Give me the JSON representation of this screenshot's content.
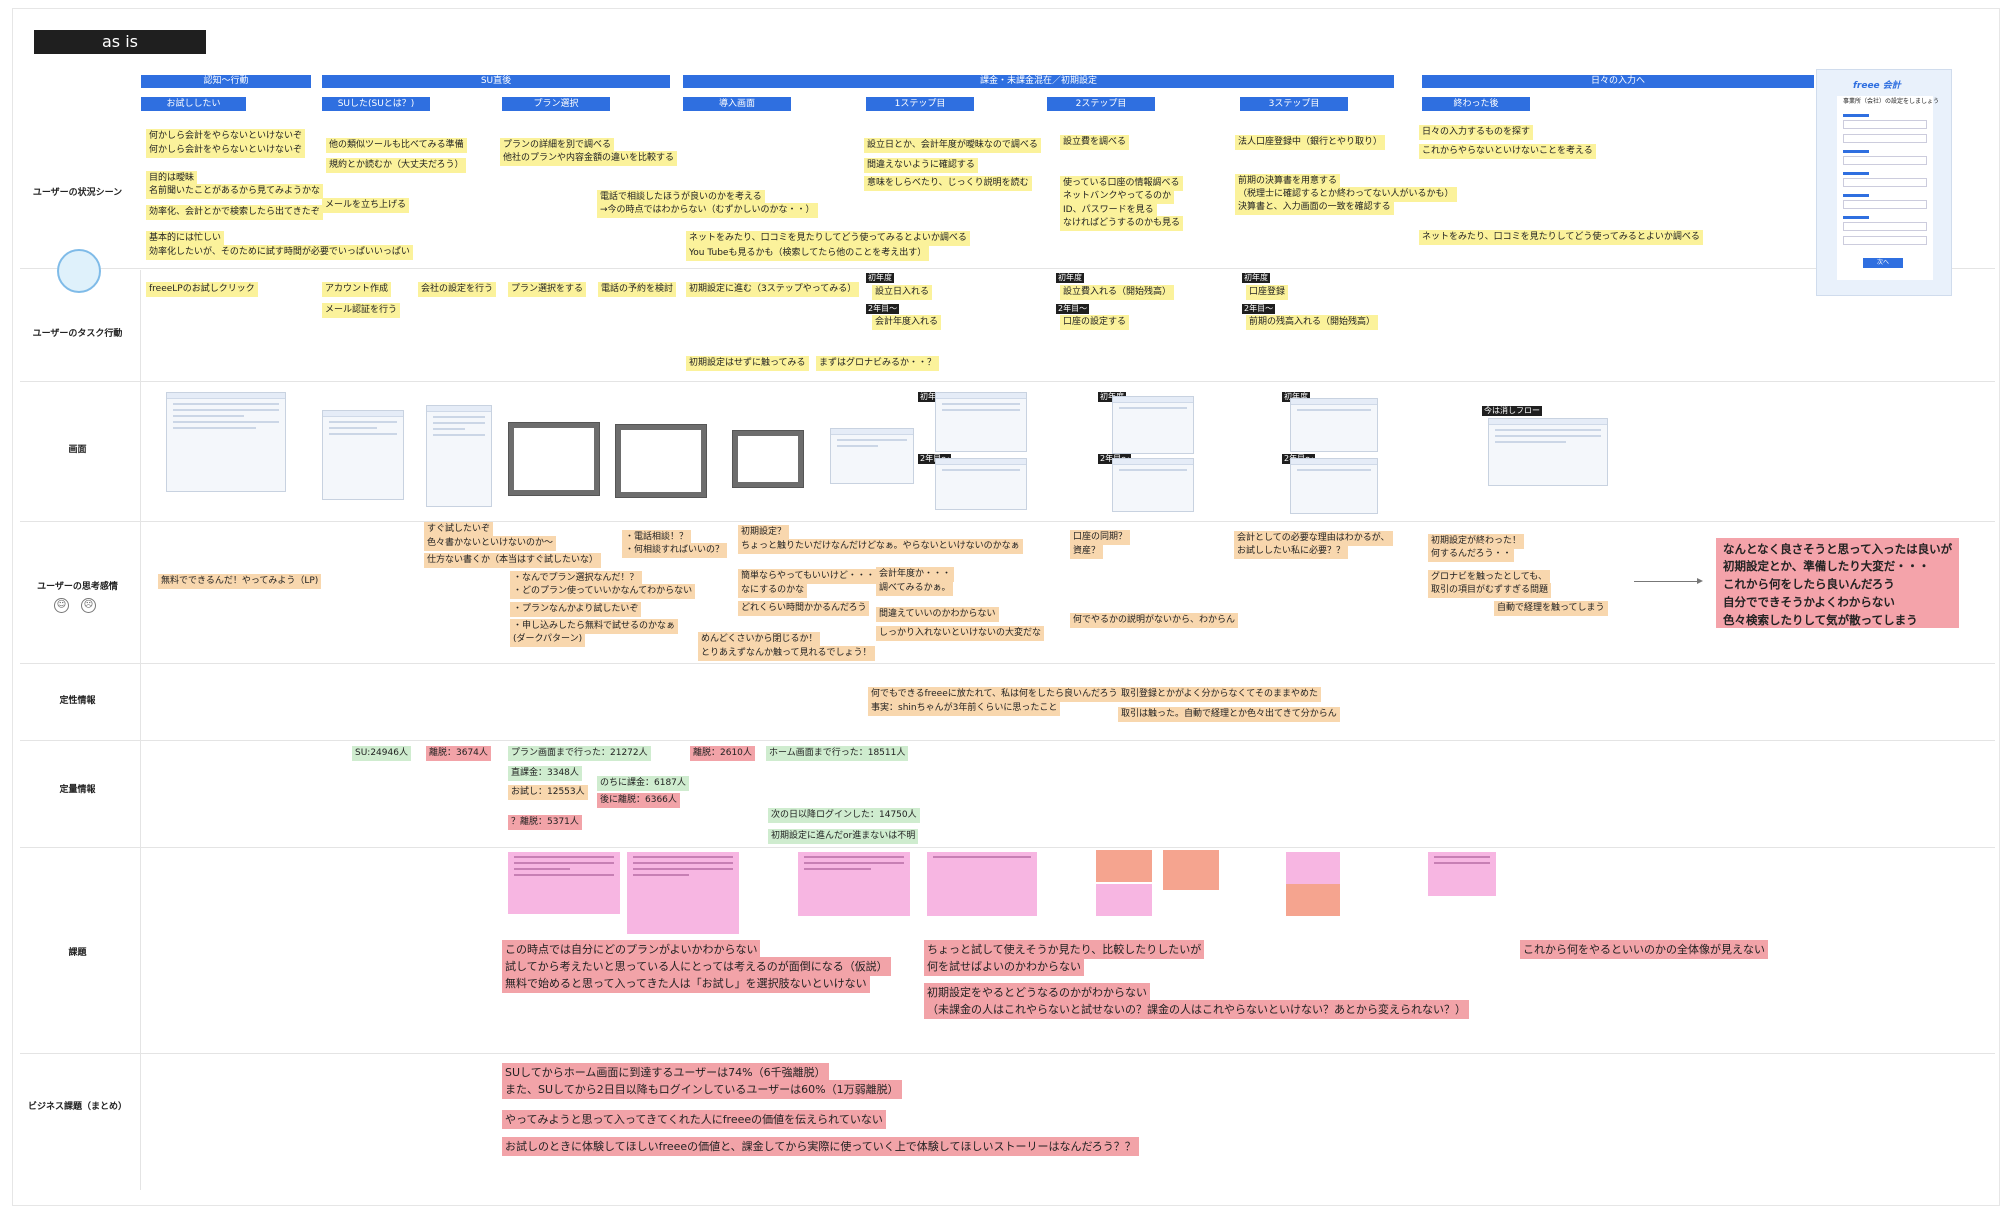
{
  "title": "as is",
  "rows": {
    "situation": "ユーザーの状況シーン",
    "task": "ユーザーのタスク行動",
    "screen": "画面",
    "thinking": "ユーザーの思考感情",
    "qualitative": "定性情報",
    "quantitative": "定量情報",
    "issues": "課題",
    "business": "ビジネス課題（まとめ）"
  },
  "phases": [
    "認知〜行動",
    "SU直後",
    "課金・未課金混在／初期設定",
    "日々の入力へ"
  ],
  "stages": [
    "お試ししたい",
    "SUした(SUとは？)",
    "プラン選択",
    "導入画面",
    "1ステップ目",
    "2ステップ目",
    "3ステップ目",
    "終わった後"
  ],
  "situation": [
    "何かしら会計をやらないといけないぞ",
    "何かしら会計をやらないといけないぞ",
    "目的は曖昧",
    "名前聞いたことがあるから見てみようかな",
    "効率化、会計とかで検索したら出てきたぞ",
    "基本的には忙しい",
    "効率化したいが、そのために試す時間が必要でいっぱいいっぱい",
    "他の類似ツールも比べてみる準備",
    "規約とか読むか（大丈夫だろう）",
    "メールを立ち上げる",
    "プランの詳細を別で調べる",
    "他社のプランや内容金額の違いを比較する",
    "電話で相談したほうが良いのかを考える",
    "→今の時点ではわからない（むずかしいのかな・・）",
    "ネットをみたり、口コミを見たりしてどう使ってみるとよいか調べる",
    "You Tubeも見るかも（検索してたら他のことを考え出す）",
    "設立日とか、会計年度が曖昧なので調べる",
    "間違えないように確認する",
    "意味をしらべたり、じっくり説明を読む",
    "設立費を調べる",
    "使っている口座の情報調べる",
    "ネットバンクやってるのか",
    "ID、パスワードを見る",
    "なければどうするのかも見る",
    "法人口座登録中（銀行とやり取り）",
    "前期の決算書を用意する",
    "（税理士に確認するとか終わってない人がいるかも）",
    "決算書と、入力画面の一致を確認する",
    "日々の入力するものを探す",
    "これからやらないといけないことを考える",
    "ネットをみたり、口コミを見たりしてどう使ってみるとよいか調べる"
  ],
  "tasks": [
    "freeeLPのお試しクリック",
    "アカウント作成",
    "メール認証を行う",
    "会社の設定を行う",
    "プラン選択をする",
    "電話の予約を検討",
    "初期設定に進む（3ステップやってみる）",
    "初年度",
    "設立日入れる",
    "2年目〜",
    "会計年度入れる",
    "初年度",
    "設立費入れる（開始残高）",
    "2年目〜",
    "口座の設定する",
    "初年度",
    "口座登録",
    "2年目〜",
    "前期の残高入れる（開始残高）",
    "初期設定はせずに触ってみる",
    "まずはグロナビみるか・・？"
  ],
  "screen_badges": [
    "初年度",
    "2年目〜",
    "初年度",
    "2年目〜",
    "初年度",
    "2年目〜",
    "今は消しフロー"
  ],
  "thinking": [
    "無料でできるんだ！やってみよう（LP)",
    "すぐ試したいぞ",
    "色々書かないといけないのか〜",
    "仕方ない書くか（本当はすぐ試したいな）",
    "・電話相談！？",
    "・何相談すればいいの？",
    "・なんでプラン選択なんだ！？",
    "・どのプラン使っていいかなんてわからない",
    "・プランなんかより試したいぞ",
    "・申し込みしたら無料で試せるのかなぁ",
    "(ダークパターン)",
    "初期設定？",
    "ちょっと触りたいだけなんだけどなぁ。やらないといけないのかなぁ",
    "簡単ならやってもいいけど・・・",
    "なにするのかな",
    "どれくらい時間かかるんだろう",
    "めんどくさいから閉じるか！",
    "とりあえずなんか触って見れるでしょう！",
    "会計年度か・・・",
    "調べてみるかぁ。",
    "間違えていいのかわからない",
    "しっかり入れないといけないの大変だな",
    "口座の同期？",
    "資産？",
    "何でやるかの説明がないから、わからん",
    "会計としての必要な理由はわかるが、",
    "お試ししたい私に必要？？",
    "初期設定が終わった！",
    "何するんだろう・・",
    "グロナビを触ったとしても、",
    "取引の項目がむずすぎる問題",
    "自動で経理を触ってしまう",
    "なんとなく良さそうと思って入ったは良いが",
    "初期設定とか、準備したり大変だ・・・",
    "これから何をしたら良いんだろう",
    "自分でできそうかよくわからない",
    "色々検索したりして気が散ってしまう"
  ],
  "qualitative": [
    "何でもできるfreeeに放たれて、私は何をしたら良いんだろう",
    "事実：shinちゃんが3年前くらいに思ったこと",
    "取引登録とかがよく分からなくてそのままやめた",
    "取引は触った。自動で経理とか色々出てきて分からん"
  ],
  "quantitative": [
    "SU:24946人",
    "離脱：3674人",
    "プラン画面まで行った：21272人",
    "離脱：2610人",
    "ホーム画面まで行った：18511人",
    "直課金：3348人",
    "のちに課金：6187人",
    "お試し：12553人",
    "後に離脱：6366人",
    "？離脱：5371人",
    "次の日以降ログインした：14750人",
    "初期設定に進んだor進まないは不明"
  ],
  "issues": [
    "この時点では自分にどのプランがよいかわからない",
    "試してから考えたいと思っている人にとっては考えるのが面倒になる（仮説）",
    "無料で始めると思って入ってきた人は「お試し」を選択肢ないといけない",
    "ちょっと試して使えそうか見たり、比較したりしたいが",
    "何を試せばよいのかわからない",
    "初期設定をやるとどうなるのかがわからない",
    "（未課金の人はこれやらないと試せないの？課金の人はこれやらないといけない？あとから変えられない？）",
    "これから何をやるといいのかの全体像が見えない"
  ],
  "business": [
    "SUしてからホーム画面に到達するユーザーは74%（6千強離脱）",
    "また、SUしてから2日目以降もログインしているユーザーは60%（1万弱離脱）",
    "やってみようと思って入ってきてくれた人にfreeeの価値を伝えられていない",
    "お試しのときに体験してほしいfreeeの価値と、課金してから実際に使っていく上で体験してほしいストーリーはなんだろう？？"
  ],
  "form_mock": {
    "logo": "freee 会計",
    "heading": "事業所（会社）の設定をしましょう",
    "button": "次へ"
  },
  "colors": {
    "accent": "#2f6fe0",
    "yellow": "#fbf29b",
    "orange": "#f8d7ae",
    "green": "#cfeccf",
    "red": "#f2a3a8",
    "pink": "#ff8fbf"
  }
}
